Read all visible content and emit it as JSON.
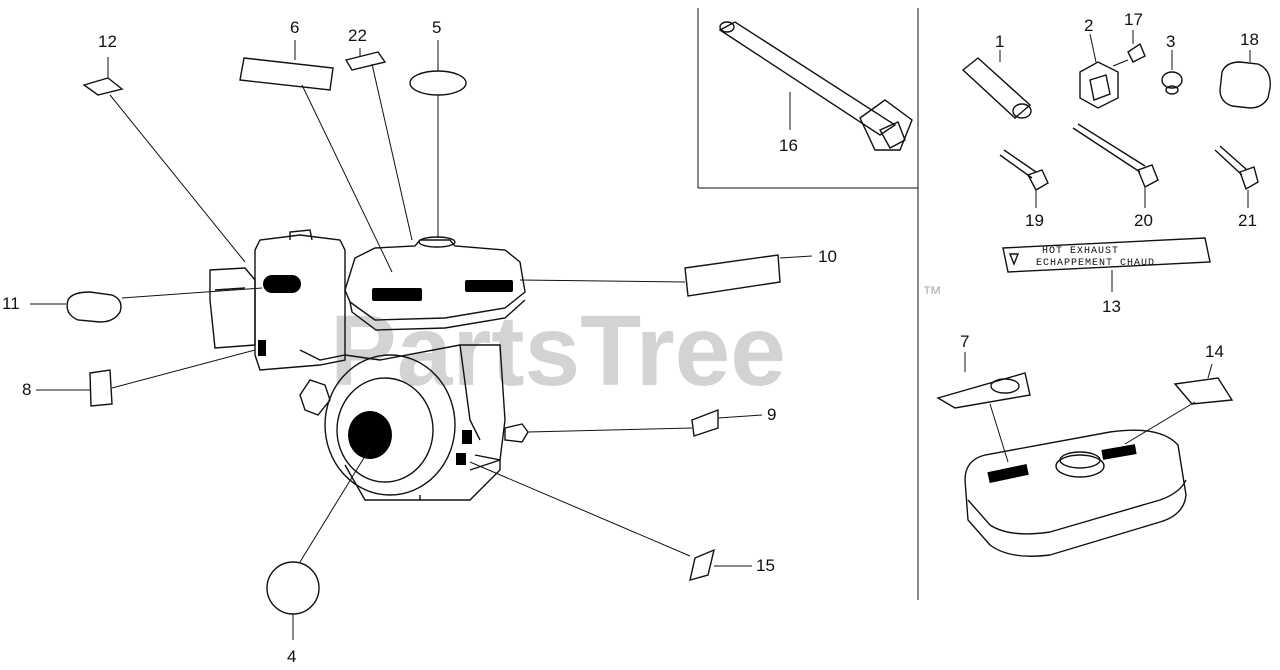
{
  "watermark": {
    "text": "PartsTree",
    "trademark": "™"
  },
  "decal_13": {
    "line1": "HOT EXHAUST",
    "line2": "ECHAPPEMENT CHAUD"
  },
  "callouts": {
    "c1": "1",
    "c2": "2",
    "c3": "3",
    "c4": "4",
    "c5": "5",
    "c6": "6",
    "c7": "7",
    "c8": "8",
    "c9": "9",
    "c10": "10",
    "c11": "11",
    "c12": "12",
    "c13": "13",
    "c14": "14",
    "c15": "15",
    "c16": "16",
    "c17": "17",
    "c18": "18",
    "c19": "19",
    "c20": "20",
    "c21": "21",
    "c22": "22"
  }
}
